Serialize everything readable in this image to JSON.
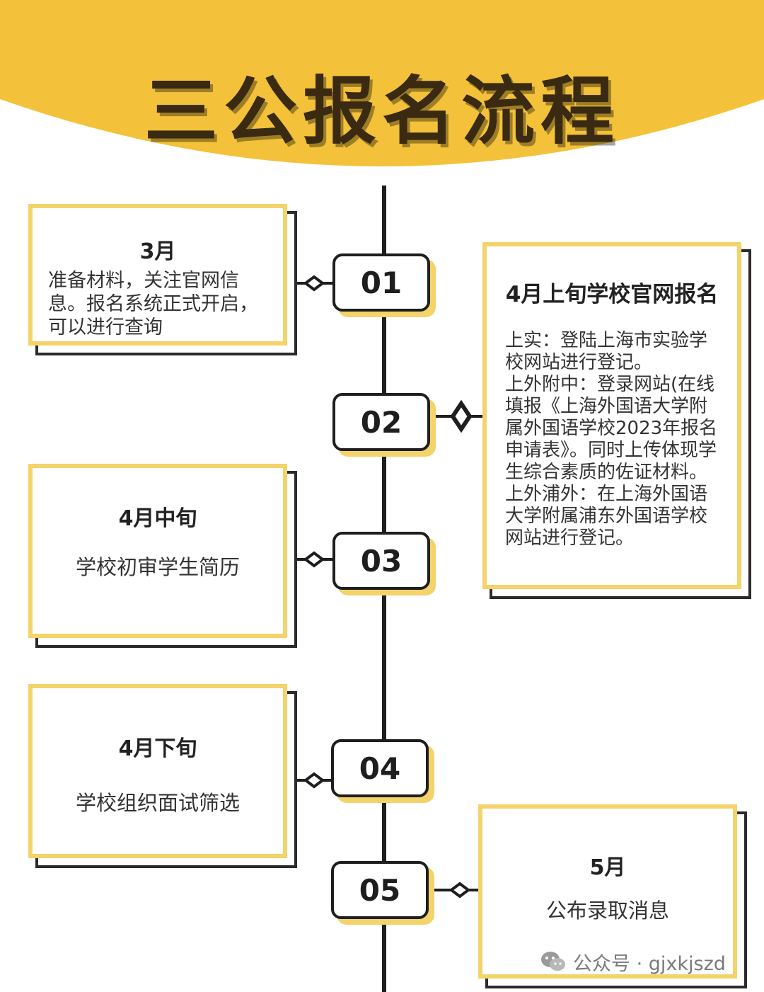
{
  "title": "三公报名流程",
  "colors": {
    "accent": "#f3c23a",
    "card_border": "#f3d36a",
    "line": "#1e1e1e"
  },
  "steps": [
    {
      "number": "01",
      "title": "3月",
      "body": "准备材料，关注官网信息。报名系统正式开启，可以进行查询"
    },
    {
      "number": "02",
      "title": "4月上旬学校官网报名",
      "details": [
        "上实：登陆上海市实验学校网站进行登记。",
        "上外附中：登录网站(在线填报《上海外国语大学附属外国语学校2023年报名申请表》。同时上传体现学生综合素质的佐证材料。",
        "上外浦外：在上海外国语大学附属浦东外国语学校网站进行登记。"
      ]
    },
    {
      "number": "03",
      "title": "4月中旬",
      "body": "学校初审学生简历"
    },
    {
      "number": "04",
      "title": "4月下旬",
      "body": "学校组织面试筛选"
    },
    {
      "number": "05",
      "title": "5月",
      "body": "公布录取消息"
    }
  ],
  "watermark": {
    "icon": "wechat-icon",
    "text": "公众号 · gjxkjszd"
  }
}
